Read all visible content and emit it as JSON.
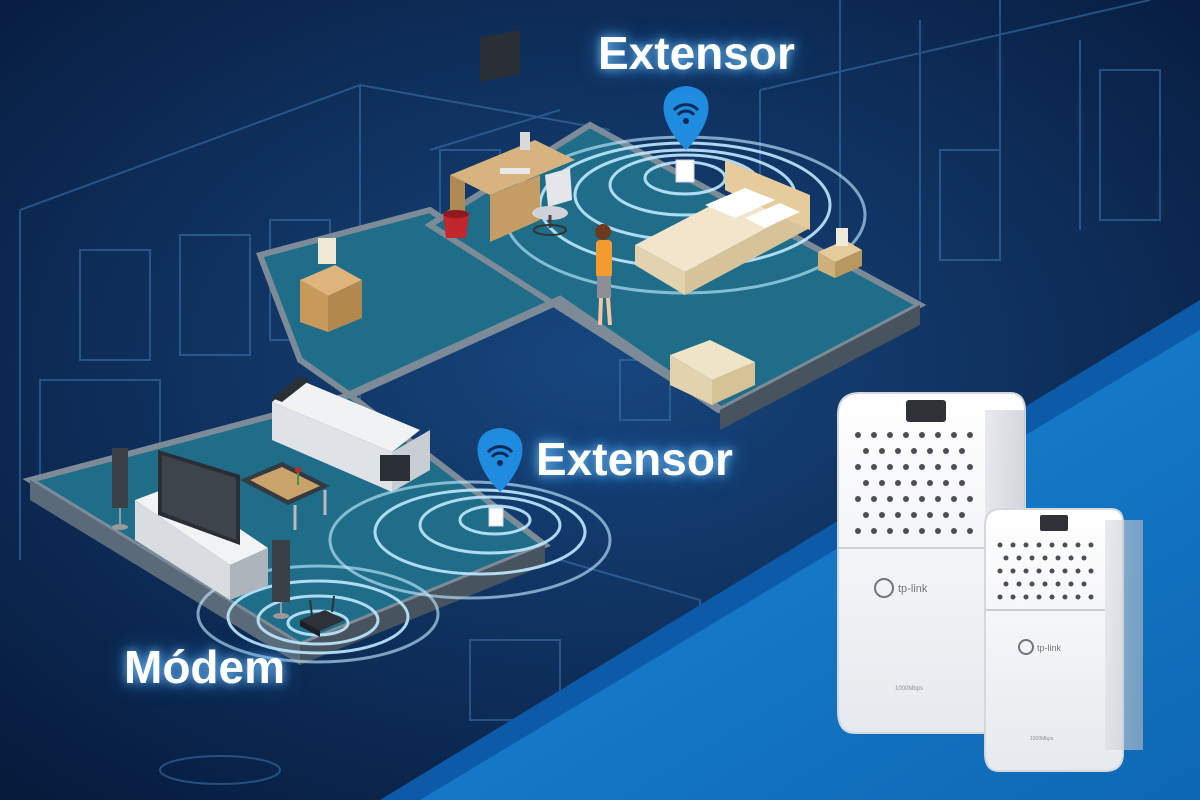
{
  "labels": {
    "extender_top": "Extensor",
    "extender_mid": "Extensor",
    "modem": "Módem"
  },
  "devices": {
    "large_brand": "tp-link",
    "large_speed": "1000Mbps",
    "small_brand": "tp-link",
    "small_speed": "1000Mbps"
  },
  "icons": {
    "wifi_pin": "wifi-location-pin-icon"
  },
  "colors": {
    "background_dark": "#0b2a55",
    "blueprint_lines": "#3c77b4",
    "floor": "#1e6c86",
    "signal": "#bfe9ff",
    "accent_blue": "#1478c8",
    "pin_blue": "#1f8ce0"
  }
}
